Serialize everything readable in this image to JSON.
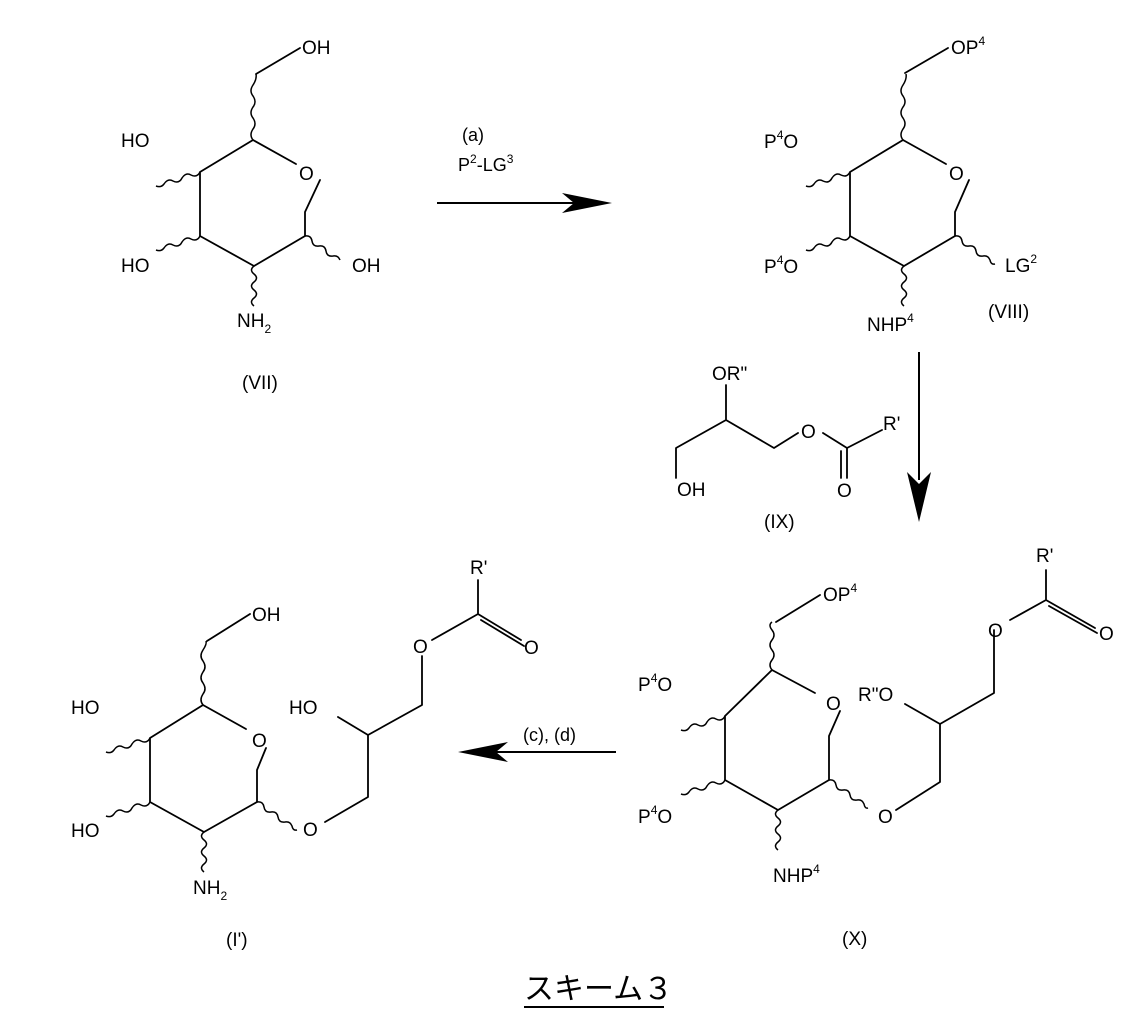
{
  "colors": {
    "ink": "#000000",
    "background": "#ffffff"
  },
  "compound_vii": {
    "label": "(VII)",
    "oh_top": "OH",
    "ho_left_top": "HO",
    "ho_left_bottom": "HO",
    "oh_right": "OH",
    "ring_o": "O",
    "nh2_n": "NH",
    "nh2_sub": "2"
  },
  "step_a": {
    "label": "(a)",
    "reagent_p": "P",
    "reagent_p_sup": "2",
    "reagent_lg": "-LG",
    "reagent_lg_sup": "3"
  },
  "compound_viii": {
    "label": "(VIII)",
    "op_top": "OP",
    "op_top_sup": "4",
    "p4o_top_p": "P",
    "p4o_top_sup": "4",
    "p4o_top_o": "O",
    "p4o_bottom_p": "P",
    "p4o_bottom_sup": "4",
    "p4o_bottom_o": "O",
    "ring_o": "O",
    "lg": "LG",
    "lg_sup": "2",
    "nhp": "NHP",
    "nhp_sup": "4"
  },
  "compound_ix": {
    "label": "(IX)",
    "or2": "OR\"",
    "ester_o": "O",
    "r1": "R'",
    "carbonyl_o": "O",
    "oh": "OH"
  },
  "compound_x": {
    "label": "(X)",
    "op_top": "OP",
    "op_top_sup": "4",
    "p4o_top_p": "P",
    "p4o_top_sup": "4",
    "p4o_top_o": "O",
    "p4o_bottom_p": "P",
    "p4o_bottom_sup": "4",
    "p4o_bottom_o": "O",
    "ring_o": "O",
    "glyco_o": "O",
    "nhp": "NHP",
    "nhp_sup": "4",
    "r2o": "R\"O",
    "ester_o": "O",
    "r1": "R'",
    "carbonyl_o": "O"
  },
  "step_cd": {
    "label": "(c), (d)"
  },
  "compound_i": {
    "label": "(I')",
    "oh_top": "OH",
    "ho_left_top": "HO",
    "ho_left_bottom": "HO",
    "ring_o": "O",
    "glyco_o": "O",
    "nh2_n": "NH",
    "nh2_sub": "2",
    "ho_glycerol": "HO",
    "ester_o": "O",
    "r1": "R'",
    "carbonyl_o": "O"
  },
  "scheme_title": "スキーム３"
}
